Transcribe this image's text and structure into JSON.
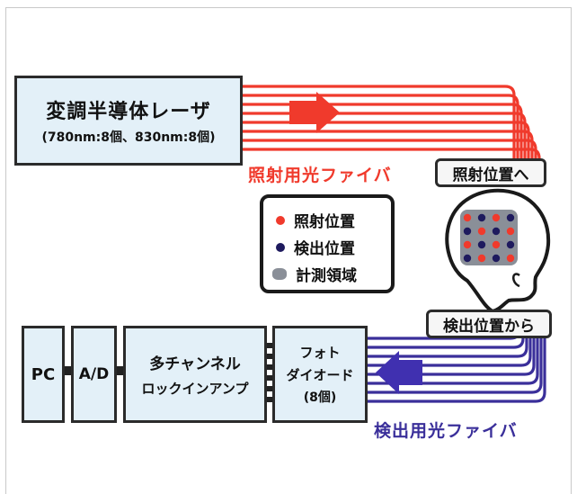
{
  "laser": {
    "title": "変調半導体レーザ",
    "subtitle": "(780nm:8個、830nm:8個)"
  },
  "labels": {
    "irradiation_fiber": "照射用光ファイバ",
    "detection_fiber": "検出用光ファイバ",
    "to_irradiation": "照射位置へ",
    "from_detection": "検出位置から"
  },
  "legend": {
    "irradiation": "照射位置",
    "detection": "検出位置",
    "measurement": "計測領域"
  },
  "blocks": {
    "pc": "PC",
    "ad": "A/D",
    "lockin_line1": "多チャンネル",
    "lockin_line2": "ロックインアンプ",
    "photo_line1": "フォト",
    "photo_line2": "ダイオード",
    "photo_line3": "(8個)"
  },
  "colors": {
    "irradiation": "#f03a2c",
    "detection": "#3a2f9a",
    "box_fill": "#e3f0f8",
    "measurement": "#8a8f98"
  }
}
